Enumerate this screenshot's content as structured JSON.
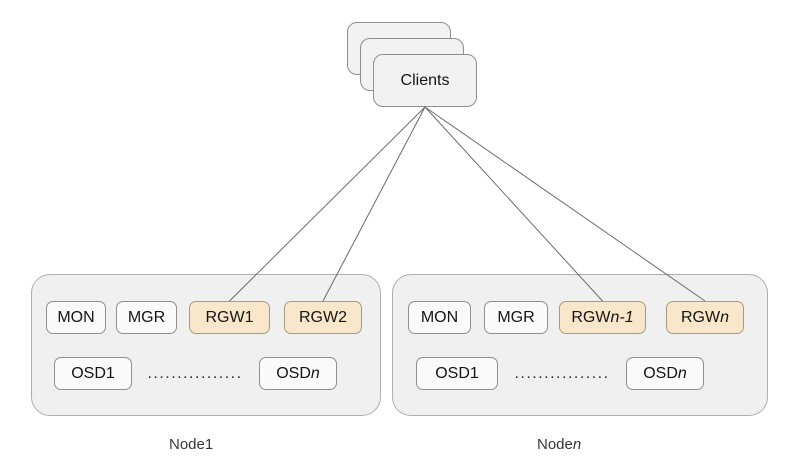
{
  "clients": {
    "label": "Clients"
  },
  "nodes": [
    {
      "label": {
        "pre": "Node1",
        "it": ""
      },
      "services": [
        {
          "pre": "MON",
          "it": ""
        },
        {
          "pre": "MGR",
          "it": ""
        },
        {
          "pre": "RGW1",
          "it": ""
        },
        {
          "pre": "RGW2",
          "it": ""
        }
      ],
      "osd_first": {
        "pre": "OSD1",
        "it": ""
      },
      "osd_last": {
        "pre": "OSD",
        "it": "n"
      },
      "dots": "................"
    },
    {
      "label": {
        "pre": "Node",
        "it": "n"
      },
      "services": [
        {
          "pre": "MON",
          "it": ""
        },
        {
          "pre": "MGR",
          "it": ""
        },
        {
          "pre": "RGW",
          "it": "n-1"
        },
        {
          "pre": "RGW",
          "it": "n"
        }
      ],
      "osd_first": {
        "pre": "OSD1",
        "it": ""
      },
      "osd_last": {
        "pre": "OSD",
        "it": "n"
      },
      "dots": "................"
    }
  ],
  "edges": [
    {
      "from": "clients",
      "to": "node1-rgw1"
    },
    {
      "from": "clients",
      "to": "node1-rgw2"
    },
    {
      "from": "clients",
      "to": "node2-rgw-n1"
    },
    {
      "from": "clients",
      "to": "node2-rgw-n"
    }
  ],
  "colors": {
    "highlight_fill": "#f8e7cb",
    "highlight_border": "#a89a80",
    "box_fill": "#fafafa",
    "box_border": "#909090",
    "node_fill": "#f0f0f0",
    "node_border": "#aeaeae",
    "connector": "#6b6b6b"
  }
}
